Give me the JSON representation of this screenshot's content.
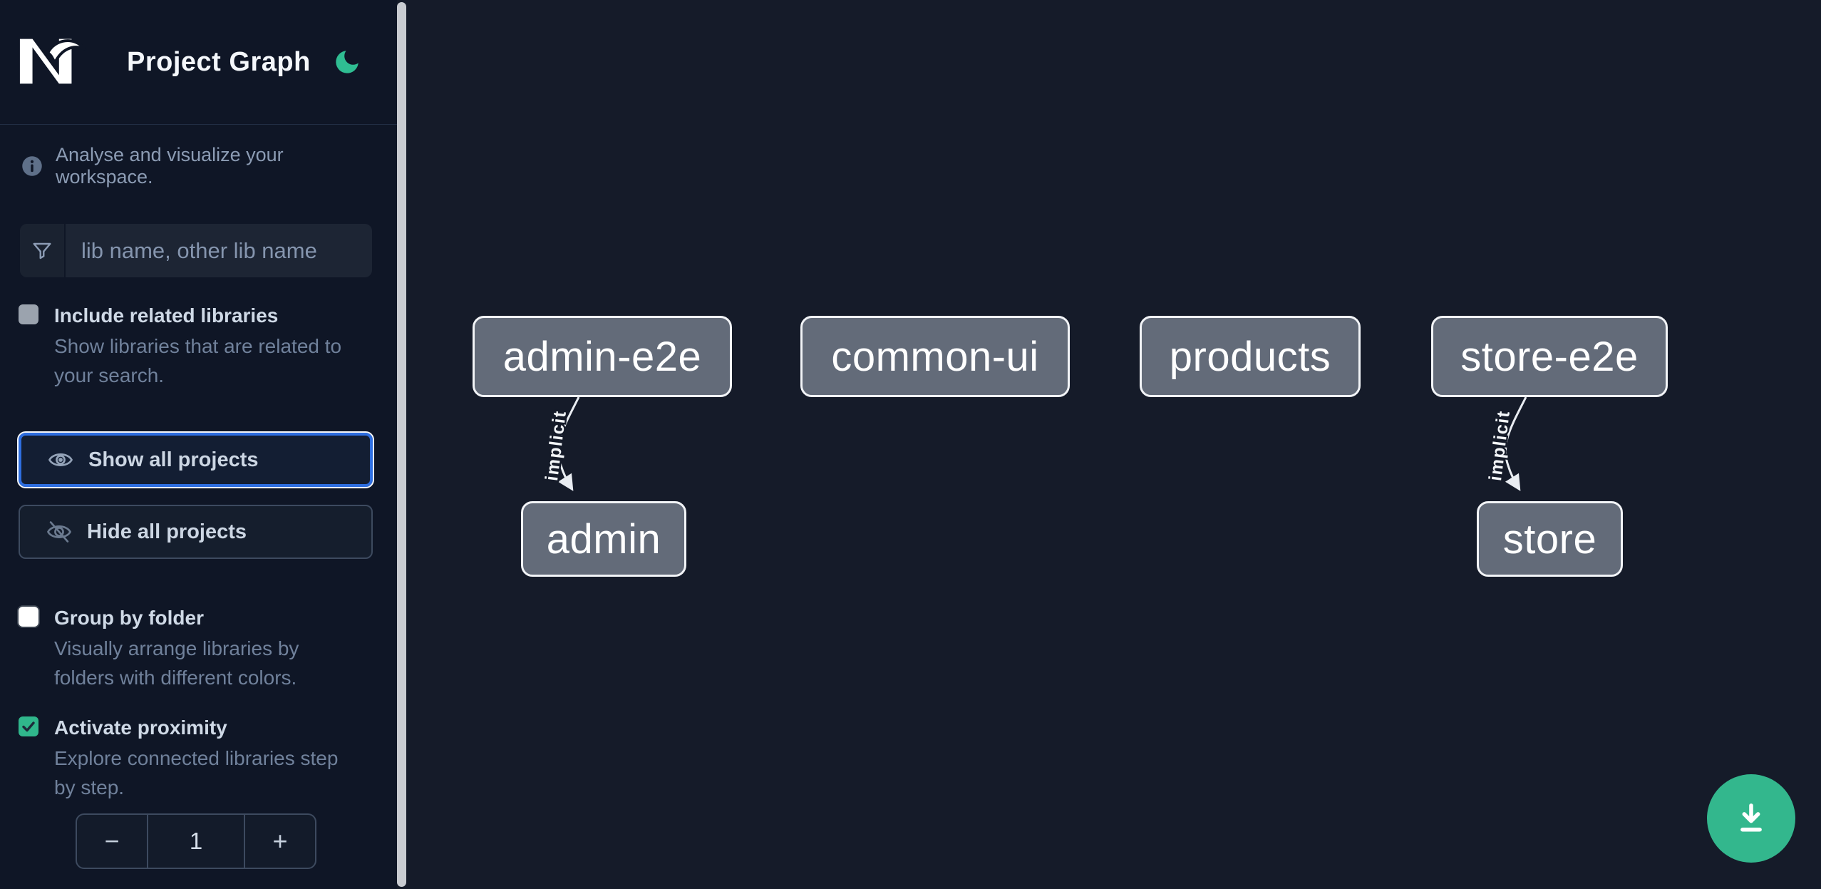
{
  "header": {
    "title": "Project Graph",
    "logo": "nx",
    "theme_toggle": "dark-mode"
  },
  "sidebar": {
    "info_text": "Analyse and visualize your workspace.",
    "search": {
      "value": "",
      "placeholder": "lib name, other lib name"
    },
    "toggles": [
      {
        "label": "Include related libraries",
        "description": "Show libraries that are related to your search.",
        "checked": false
      },
      {
        "label": "Group by folder",
        "description": "Visually arrange libraries by folders with different colors.",
        "checked": false
      },
      {
        "label": "Activate proximity",
        "description": "Explore connected libraries step by step.",
        "checked": true
      }
    ],
    "buttons": {
      "show_all": "Show all projects",
      "hide_all": "Hide all projects"
    },
    "stepper": {
      "decrease_label": "−",
      "value": "1",
      "increase_label": "+"
    }
  },
  "canvas": {
    "nodes": [
      {
        "label": "admin-e2e"
      },
      {
        "label": "common-ui"
      },
      {
        "label": "products"
      },
      {
        "label": "store-e2e"
      },
      {
        "label": "admin"
      },
      {
        "label": "store"
      }
    ],
    "edges": [
      {
        "label": "implicit",
        "from": "admin-e2e",
        "to": "admin"
      },
      {
        "label": "implicit",
        "from": "store-e2e",
        "to": "store"
      }
    ]
  },
  "fab": {
    "icon": "download"
  },
  "colors": {
    "sidebar_bg": "#0f1626",
    "canvas_bg": "#151b29",
    "accent_blue": "#2e6ee0",
    "emerald": "#30b78c",
    "node_fill": "#636b79",
    "node_border": "#f2f4f7",
    "edge": "#e9edf2"
  }
}
